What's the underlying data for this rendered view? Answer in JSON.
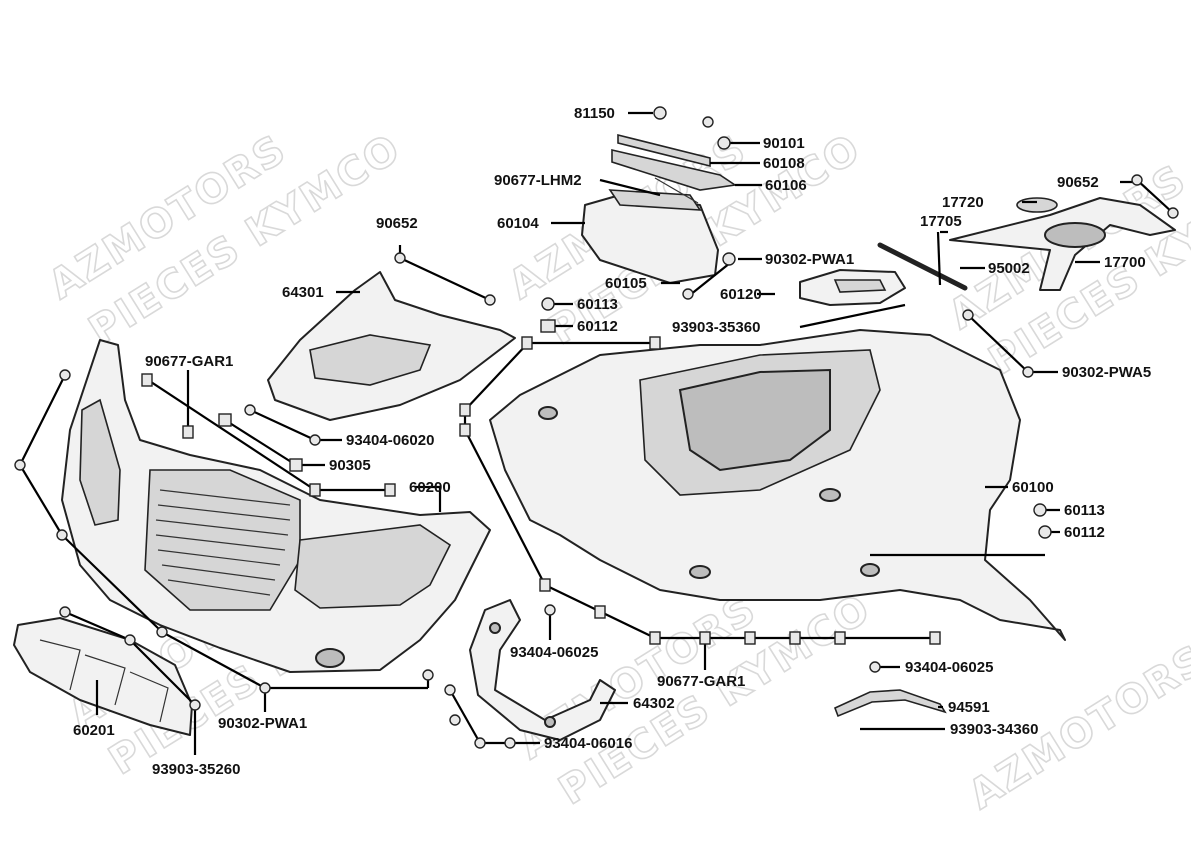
{
  "watermark": {
    "line1": "AZMOTORS",
    "line2": "PIECES KYMCO"
  },
  "part_numbers": [
    "81150",
    "90101",
    "60108",
    "90677-LHM2",
    "60106",
    "60104",
    "90302-PWA1",
    "60105",
    "60120",
    "60113",
    "60112",
    "93903-35360",
    "90652",
    "64301",
    "17720",
    "17705",
    "95002",
    "17700",
    "90652",
    "90302-PWA5",
    "90677-GAR1",
    "93404-06020",
    "90305",
    "60200",
    "60100",
    "60113",
    "60112",
    "93404-06025",
    "90677-GAR1",
    "93404-06025",
    "64302",
    "94591",
    "93903-34360",
    "60201",
    "90302-PWA1",
    "93903-35260",
    "93404-06016"
  ]
}
